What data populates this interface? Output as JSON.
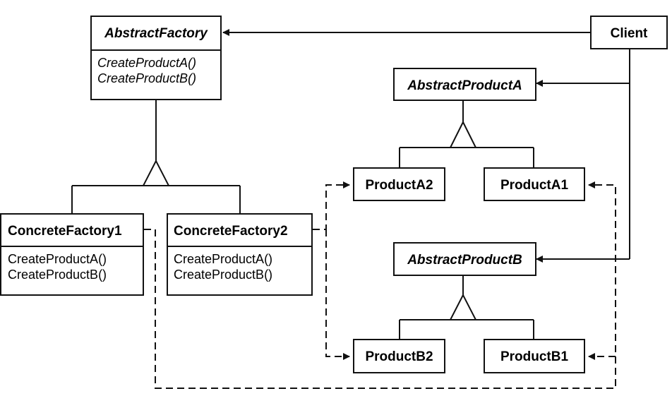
{
  "classes": {
    "abstract_factory": {
      "name": "AbstractFactory",
      "operations": [
        "CreateProductA()",
        "CreateProductB()"
      ]
    },
    "client": {
      "name": "Client"
    },
    "abstract_product_a": {
      "name": "AbstractProductA"
    },
    "product_a2": {
      "name": "ProductA2"
    },
    "product_a1": {
      "name": "ProductA1"
    },
    "concrete_factory1": {
      "name": "ConcreteFactory1",
      "operations": [
        "CreateProductA()",
        "CreateProductB()"
      ]
    },
    "concrete_factory2": {
      "name": "ConcreteFactory2",
      "operations": [
        "CreateProductA()",
        "CreateProductB()"
      ]
    },
    "abstract_product_b": {
      "name": "AbstractProductB"
    },
    "product_b2": {
      "name": "ProductB2"
    },
    "product_b1": {
      "name": "ProductB1"
    }
  },
  "colors": {
    "stroke": "#111111",
    "background": "#ffffff"
  }
}
